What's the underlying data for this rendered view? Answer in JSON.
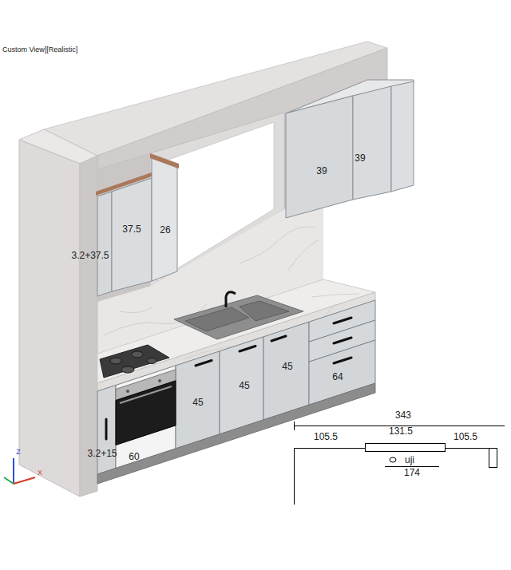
{
  "diagram": {
    "labels": [
      "Custom View][Realistic]",
      "39",
      "39",
      "37.5",
      "26",
      "3.2+37.5",
      "45",
      "45",
      "45",
      "64",
      "3.2+15",
      "60",
      "343",
      "105.5",
      "131.5",
      "105.5",
      "uji",
      "174",
      "Z",
      "X"
    ]
  }
}
